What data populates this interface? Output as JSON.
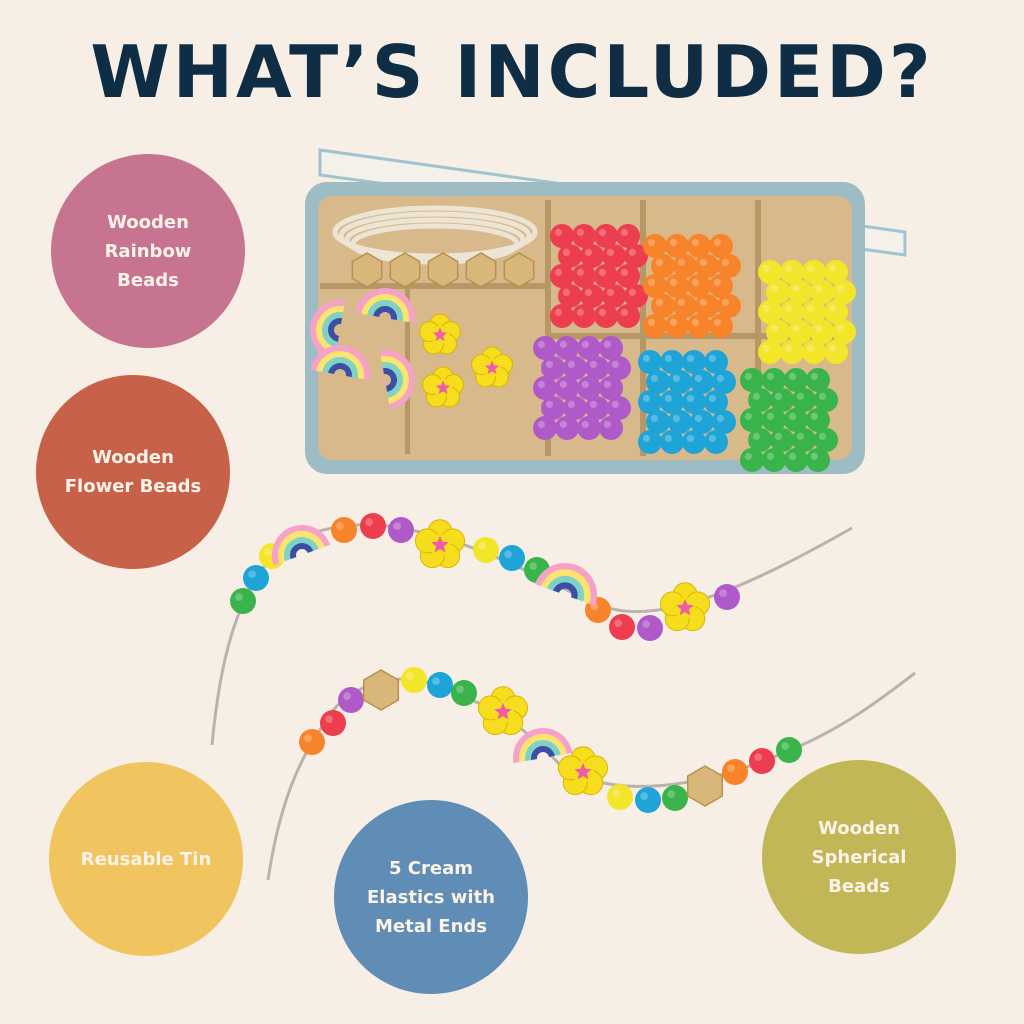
{
  "heading": "WHAT’S INCLUDED?",
  "features": [
    {
      "label": "Wooden Rainbow Beads"
    },
    {
      "label": "Wooden Flower Beads"
    },
    {
      "label": "Reusable Tin"
    },
    {
      "label": "5 Cream Elastics with Metal Ends"
    },
    {
      "label": "Wooden Spherical Beads"
    }
  ],
  "colors": {
    "background": "#f7efe6",
    "heading": "#0f2d44",
    "rainbow_circle": "#c77491",
    "flower_circle": "#c8614a",
    "tin_circle": "#f0c55f",
    "elastics_circle": "#5f8db6",
    "spherical_circle": "#c1b756",
    "bead_red": "#ec3e4e",
    "bead_orange": "#f7842a",
    "bead_yellow": "#f3e52a",
    "bead_purple": "#b05ac9",
    "bead_blue": "#1fa4d8",
    "bead_green": "#39b44a"
  }
}
